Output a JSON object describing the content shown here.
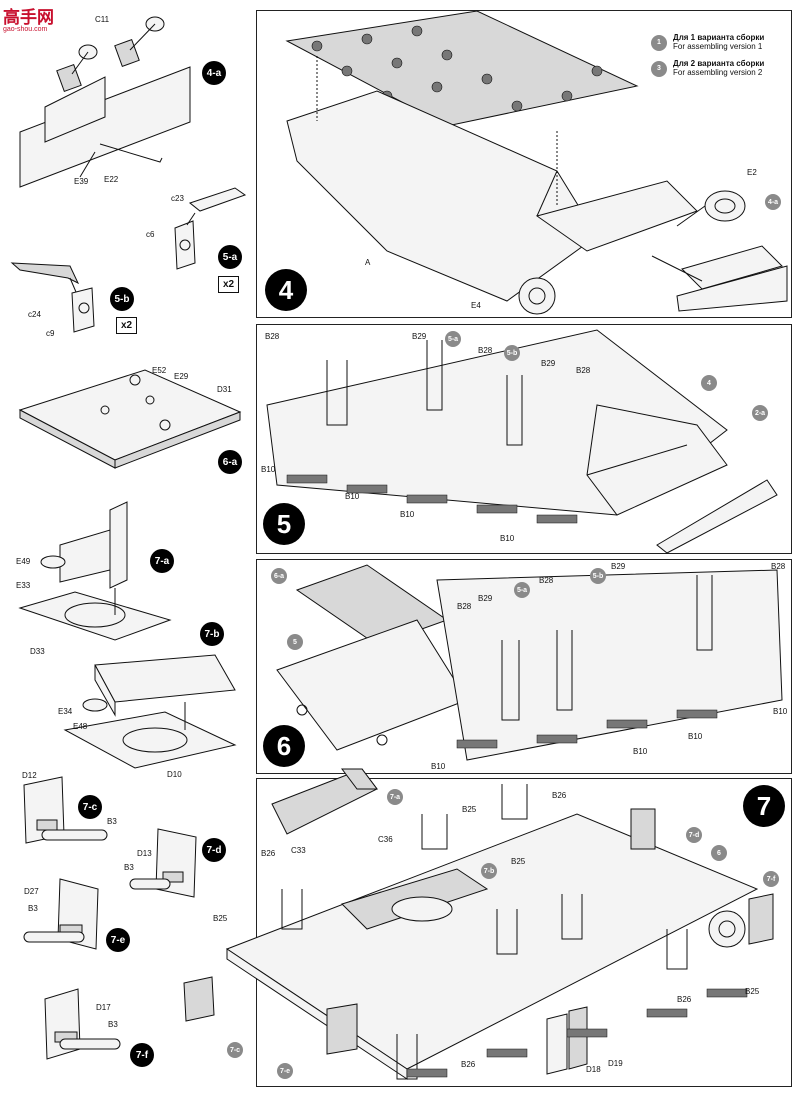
{
  "watermark": {
    "brand": "高手网",
    "site": "gao-shou.com"
  },
  "sub_steps": {
    "s4a": "4-a",
    "s5a": "5-a",
    "s5b": "5-b",
    "s6a": "6-a",
    "s7a": "7-a",
    "s7b": "7-b",
    "s7c": "7-c",
    "s7d": "7-d",
    "s7e": "7-e",
    "s7f": "7-f"
  },
  "multipliers": {
    "m5a": "x2",
    "m5b": "x2"
  },
  "steps": {
    "st4": "4",
    "st5": "5",
    "st6": "6",
    "st7": "7"
  },
  "legend": {
    "v1_num": "1",
    "v1_ru": "Для 1 варианта сборки",
    "v1_en": "For assembling version 1",
    "v2_num": "3",
    "v2_ru": "Для 2 варианта сборки",
    "v2_en": "For assembling version 2"
  },
  "part_labels": {
    "c11": "C11",
    "e39": "E39",
    "e22": "E22",
    "c23": "c23",
    "c6": "c6",
    "c24": "c24",
    "c9": "c9",
    "e52": "E52",
    "e29": "E29",
    "d31": "D31",
    "e49": "E49",
    "e33": "E33",
    "d33": "D33",
    "e34": "E34",
    "e48": "E48",
    "d10": "D10",
    "d12": "D12",
    "b3a": "B3",
    "d13": "D13",
    "b3b": "B3",
    "d27": "D27",
    "b3c": "B3",
    "d17": "D17",
    "b3d": "B3",
    "p4_e2": "E2",
    "p4_a": "A",
    "p4_e4": "E4",
    "p5_b28a": "B28",
    "p5_b29a": "B29",
    "p5_b28b": "B28",
    "p5_b29b": "B29",
    "p5_b28c": "B28",
    "p5_b10a": "B10",
    "p5_b10b": "B10",
    "p5_b10c": "B10",
    "p5_b10d": "B10",
    "p6_b28a": "B28",
    "p6_b29a": "B29",
    "p6_b28b": "B28",
    "p6_b29b": "B29",
    "p6_b28c": "B28",
    "p6_b10a": "B10",
    "p6_b10b": "B10",
    "p6_b10c": "B10",
    "p6_b10d": "B10",
    "p7_b25a": "B25",
    "p7_b26a": "B26",
    "p7_c36": "C36",
    "p7_b26b": "B26",
    "p7_c33": "C33",
    "p7_b25b": "B25",
    "p7_b25c": "B25",
    "p7_b26c": "B26",
    "p7_b26d": "B26",
    "p7_b25d": "B25",
    "p7_d18": "D18",
    "p7_d19": "D19"
  },
  "circle_refs": {
    "r4_1": "1",
    "r4_3": "3",
    "r4_4a": "4-a",
    "r5_5a": "5-a",
    "r5_5b": "5-b",
    "r5_4": "4",
    "r5_2a": "2-a",
    "r6_6a": "6-a",
    "r6_5": "5",
    "r6_5a": "5-a",
    "r6_5b": "5-b",
    "r7_7a": "7-a",
    "r7_7b": "7-b",
    "r7_7c": "7-c",
    "r7_7d": "7-d",
    "r7_7e": "7-e",
    "r7_7f": "7-f",
    "r7_6": "6"
  }
}
